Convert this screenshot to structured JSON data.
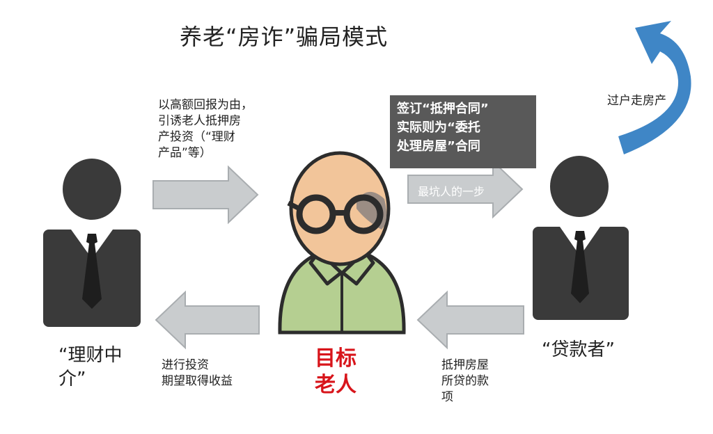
{
  "title": "养老“房诈”骗局模式",
  "labels": {
    "intermediary_action": "以高额回报为由，\n引诱老人抵押房\n产投资（“理财\n产品”等）",
    "contract_box": "签订“抵押合同”\n实际则为“委托\n处理房屋”合同",
    "deadliest_step": "最坑人的一步",
    "transfer_property": "过户走房产",
    "invest_return": "进行投资\n期望取得收益",
    "loan_money": "抵押房屋\n所贷的款\n项"
  },
  "actors": {
    "intermediary": "“理财中\n介”",
    "target": "目标\n老人",
    "lender": "“贷款者”"
  },
  "colors": {
    "person_dark": "#3a3a3a",
    "arrow_gray": "#c9ccce",
    "arrow_outline": "#a9adb0",
    "box_gray": "#595959",
    "target_red": "#d8151b",
    "blue_arrow": "#3f86c6",
    "face_skin": "#f2c59a",
    "shirt_green": "#b5cf91"
  }
}
